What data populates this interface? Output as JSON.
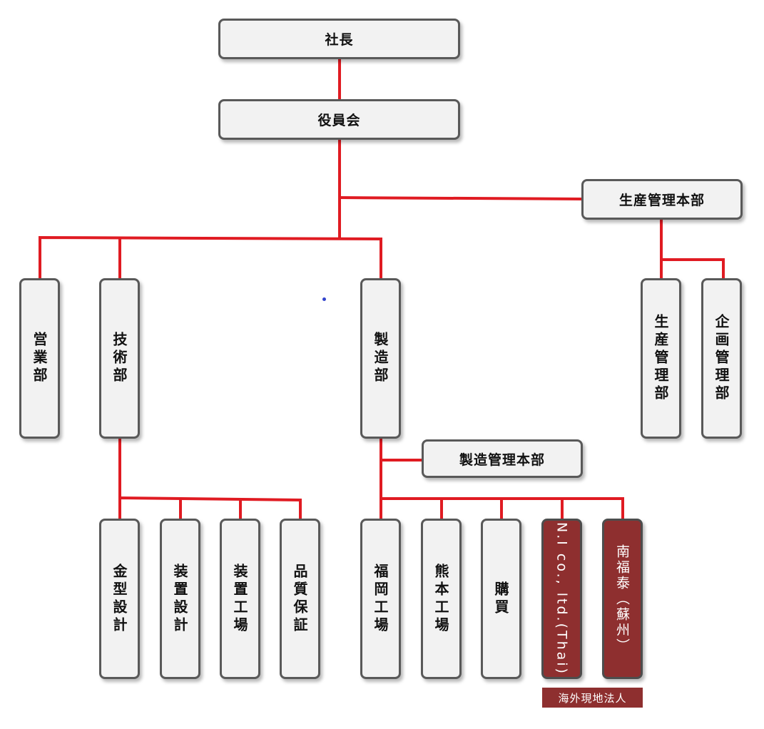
{
  "colors": {
    "connector": "#e01b22",
    "box_fill": "#f2f2f2",
    "box_border": "#595959",
    "overseas_fill": "#8e2f2f"
  },
  "org": {
    "president": "社長",
    "board": "役員会",
    "production_hq": "生産管理本部",
    "sales": "営業部",
    "engineering": "技術部",
    "manufacturing": "製造部",
    "production_control": "生産管理部",
    "planning": "企画管理部",
    "manufacturing_hq": "製造管理本部",
    "mold_design": "金型設計",
    "equipment_design": "装置設計",
    "equipment_factory": "装置工場",
    "quality_assurance": "品質保証",
    "fukuoka_factory": "福岡工場",
    "kumamoto_factory": "熊本工場",
    "purchasing": "購買",
    "thai_company": "N.I co., ltd.(Thai)",
    "suzhou_company": "南福泰（蘇州）",
    "overseas_label": "海外現地法人"
  }
}
